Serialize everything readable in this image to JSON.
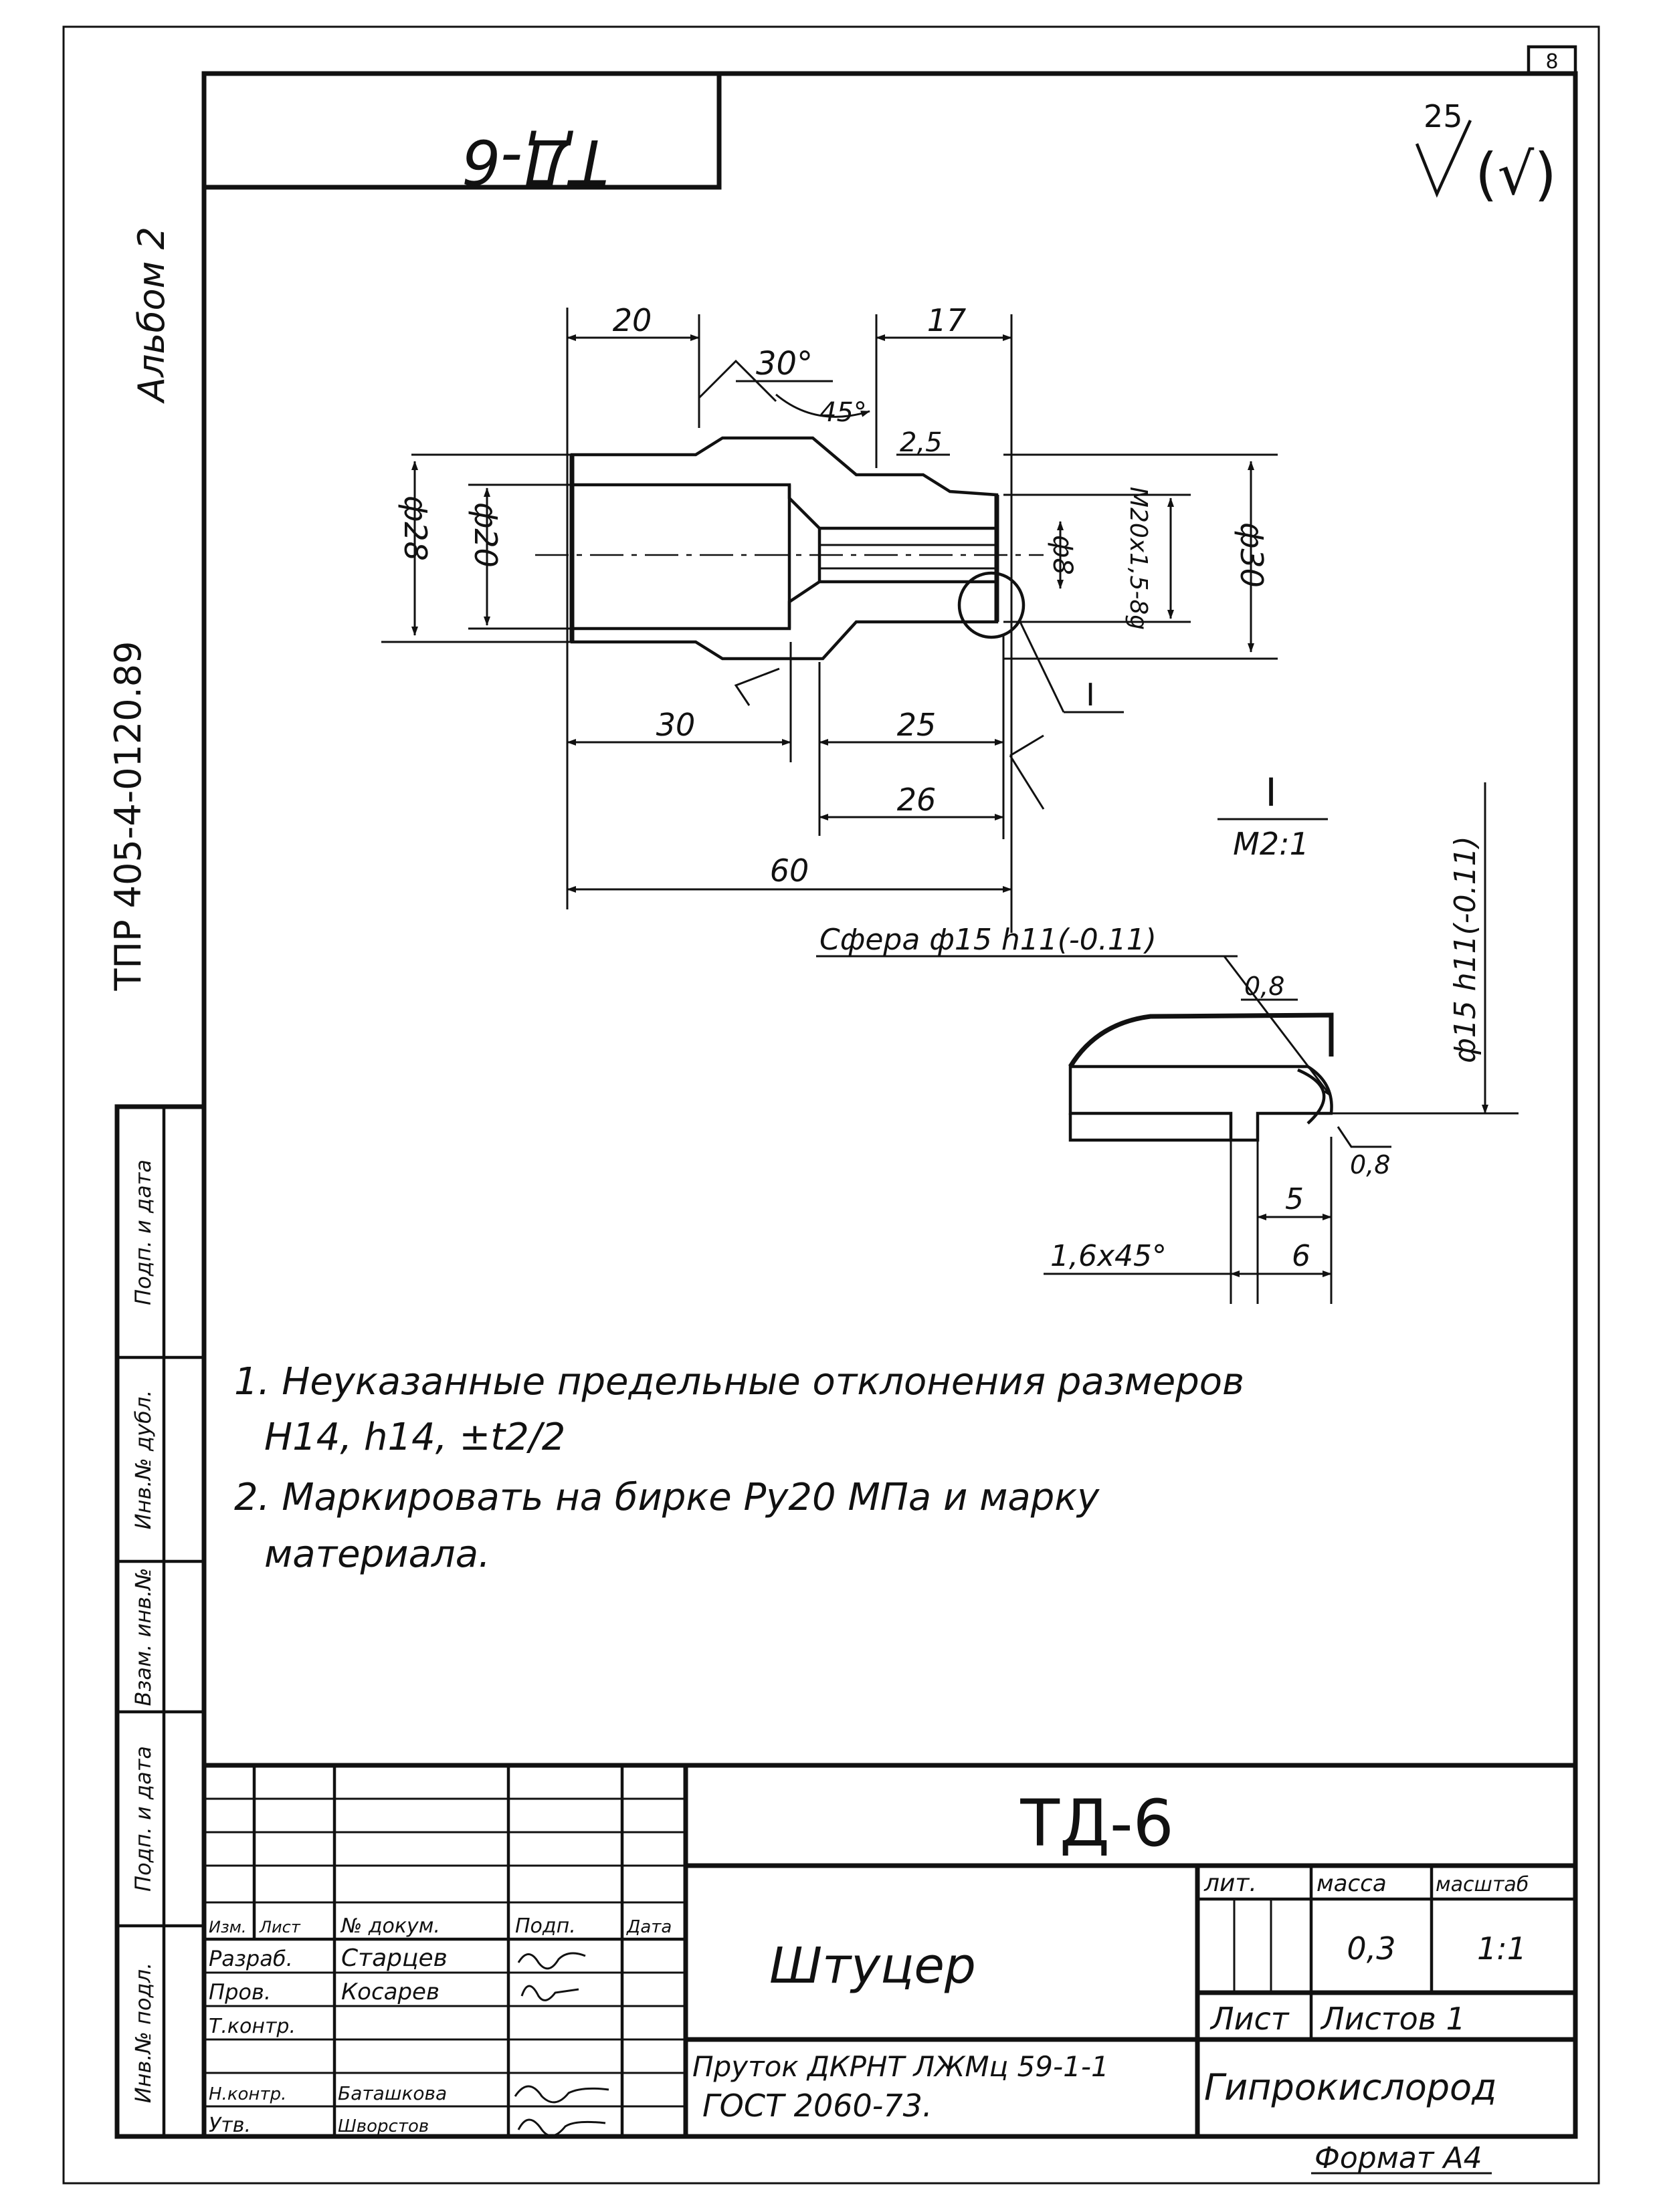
{
  "stamp": {
    "doc_code_rotated": "ТД-6",
    "roughness_value": "25",
    "roughness_paren": "(√)",
    "corner_number": "8"
  },
  "side": {
    "album": "Альбом 2",
    "project": "ТПР 405-4-0120.89",
    "cells": [
      "Инв.№ подл.",
      "Подп. и дата",
      "Взам. инв.№",
      "Инв.№ дубл.",
      "Подп. и дата"
    ]
  },
  "main_view": {
    "dims": {
      "d20_top": "20",
      "a30": "30°",
      "d17": "17",
      "a45": "45°",
      "r25": "2,5",
      "phi28": "ф28",
      "phi20": "ф20",
      "phi8": "ф8",
      "thread": "М20х1,5-8g",
      "phi30": "ф30",
      "d30_bot": "30",
      "d25": "25",
      "d26": "26",
      "d60": "60",
      "callout": "I"
    }
  },
  "detail": {
    "title_num": "I",
    "title_scale": "М2:1",
    "sphere": "Сфера ф15 h11(-0.11)",
    "phi15": "ф15 h11(-0.11)",
    "r08a": "0,8",
    "r08b": "0,8",
    "d5": "5",
    "d6": "6",
    "chamfer": "1,6х45°"
  },
  "notes": [
    "1. Неуказанные предельные отклонения размеров",
    "H14, h14, ±t2/2",
    "2. Маркировать на бирке Ру20 МПа и марку",
    "материала."
  ],
  "title_block": {
    "code": "ТД-6",
    "name": "Штуцер",
    "material_line1": "Пруток ДКРНТ ЛЖМц 59-1-1",
    "material_line2": "ГОСТ 2060-73.",
    "org": "Гипрокислород",
    "headers": {
      "lit": "лит.",
      "mass": "масса",
      "scale": "масштаб"
    },
    "mass": "0,3",
    "scale": "1:1",
    "sheet": "Лист",
    "sheets": "Листов 1",
    "rows": {
      "header": [
        "Изм.",
        "Лист",
        "№ докум.",
        "Подп.",
        "Дата"
      ],
      "dev": {
        "role": "Разраб.",
        "name": "Старцев"
      },
      "check": {
        "role": "Пров.",
        "name": "Косарев"
      },
      "tcontr": {
        "role": "Т.контр."
      },
      "ncontr": {
        "role": "Н.контр.",
        "name": "Баташкова"
      },
      "appr": {
        "role": "Утв.",
        "name": "Шворстов"
      }
    }
  },
  "format": "Формат А4"
}
